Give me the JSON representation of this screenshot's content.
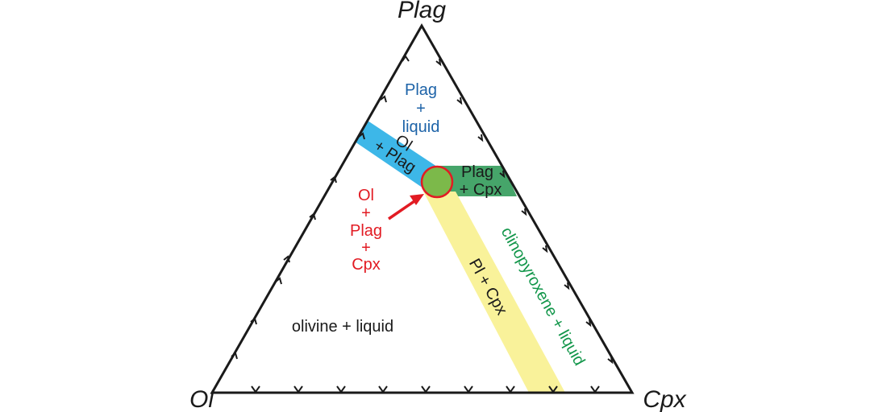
{
  "vertices": {
    "top": "Plag",
    "left": "Ol",
    "right": "Cpx"
  },
  "fields": {
    "plag_liquid": [
      "Plag",
      "+",
      "liquid"
    ],
    "ol_plag": [
      "Ol",
      "+ Plag"
    ],
    "plag_cpx": [
      "Plag",
      "+ Cpx"
    ],
    "ol_plag_cpx": [
      "Ol",
      "+",
      "Plag",
      "+",
      "Cpx"
    ],
    "pl_cpx": "Pl + Cpx",
    "olivine_liquid": "olivine + liquid",
    "cpx_liquid": "clinopyroxene + liquid"
  },
  "colors": {
    "ol_plag_band": "#3db7e8",
    "plag_cpx_band": "#46a56a",
    "pl_cpx_band": "#f9f29a",
    "eutectic_fill": "#7cb94a",
    "eutectic_stroke": "#e21b23",
    "arrow": "#e21b23",
    "outline": "#1a1a1a"
  }
}
